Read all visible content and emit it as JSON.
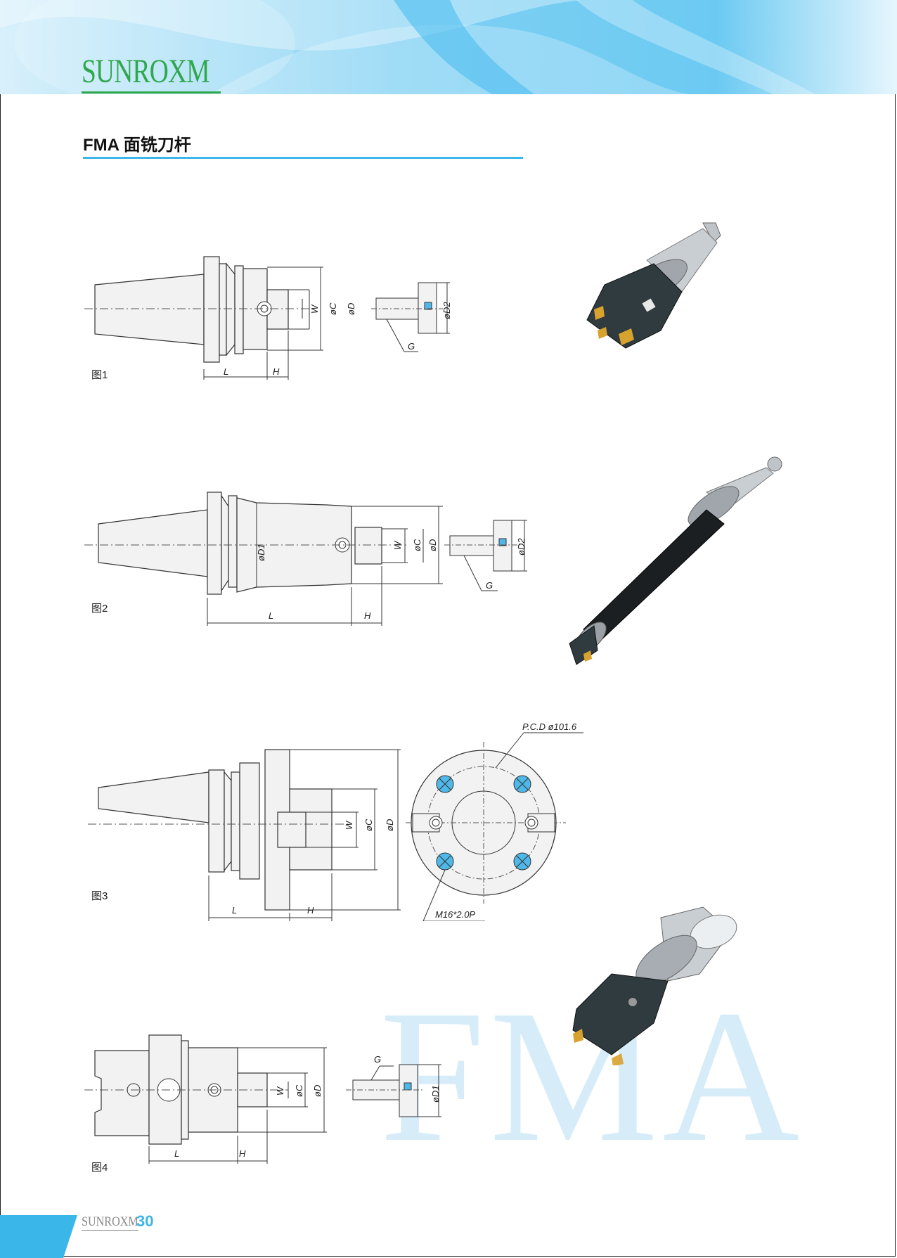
{
  "header": {
    "brand": "SUNROXM"
  },
  "page_title": "FMA 面铣刀杆",
  "figures": [
    {
      "label": "图1"
    },
    {
      "label": "图2"
    },
    {
      "label": "图3"
    },
    {
      "label": "图4"
    }
  ],
  "dims": {
    "L": "L",
    "H": "H",
    "W": "W",
    "C": "øC",
    "D": "øD",
    "D1": "øD1",
    "D2": "øD2",
    "G": "G",
    "pcd": "P.C.D ø101.6",
    "thread": "M16*2.0P"
  },
  "watermark": "FMA",
  "footer": {
    "brand": "SUNROXM",
    "page": "30"
  },
  "colors": {
    "accent": "#3bb6e8",
    "logo": "#2fa84b",
    "watermark": "#d6ecf8"
  }
}
